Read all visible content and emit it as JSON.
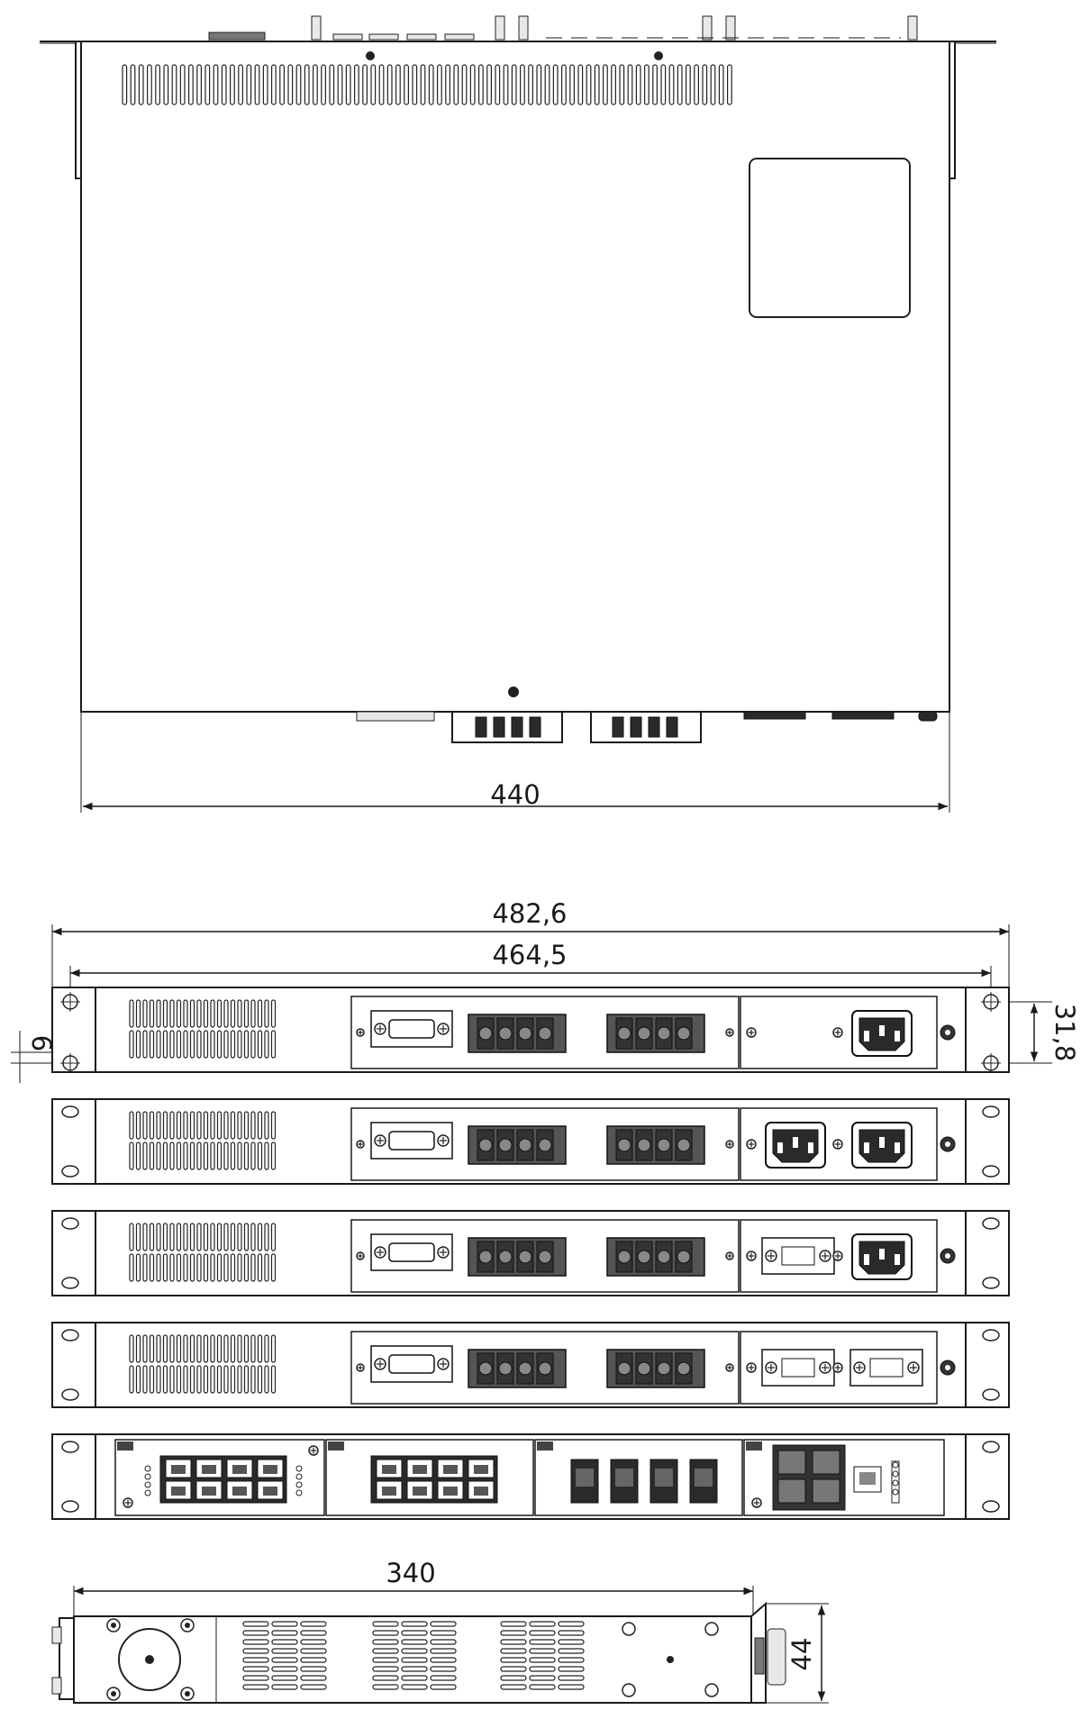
{
  "dimensions": {
    "top_width": "440",
    "overall_width": "482,6",
    "hole_spacing": "464,5",
    "ear_offset": "6",
    "hole_height": "31,8",
    "depth": "340",
    "height": "44"
  },
  "colors": {
    "line": "#1a1a1a",
    "background": "#ffffff",
    "dark_fill": "#2a2a2a"
  }
}
